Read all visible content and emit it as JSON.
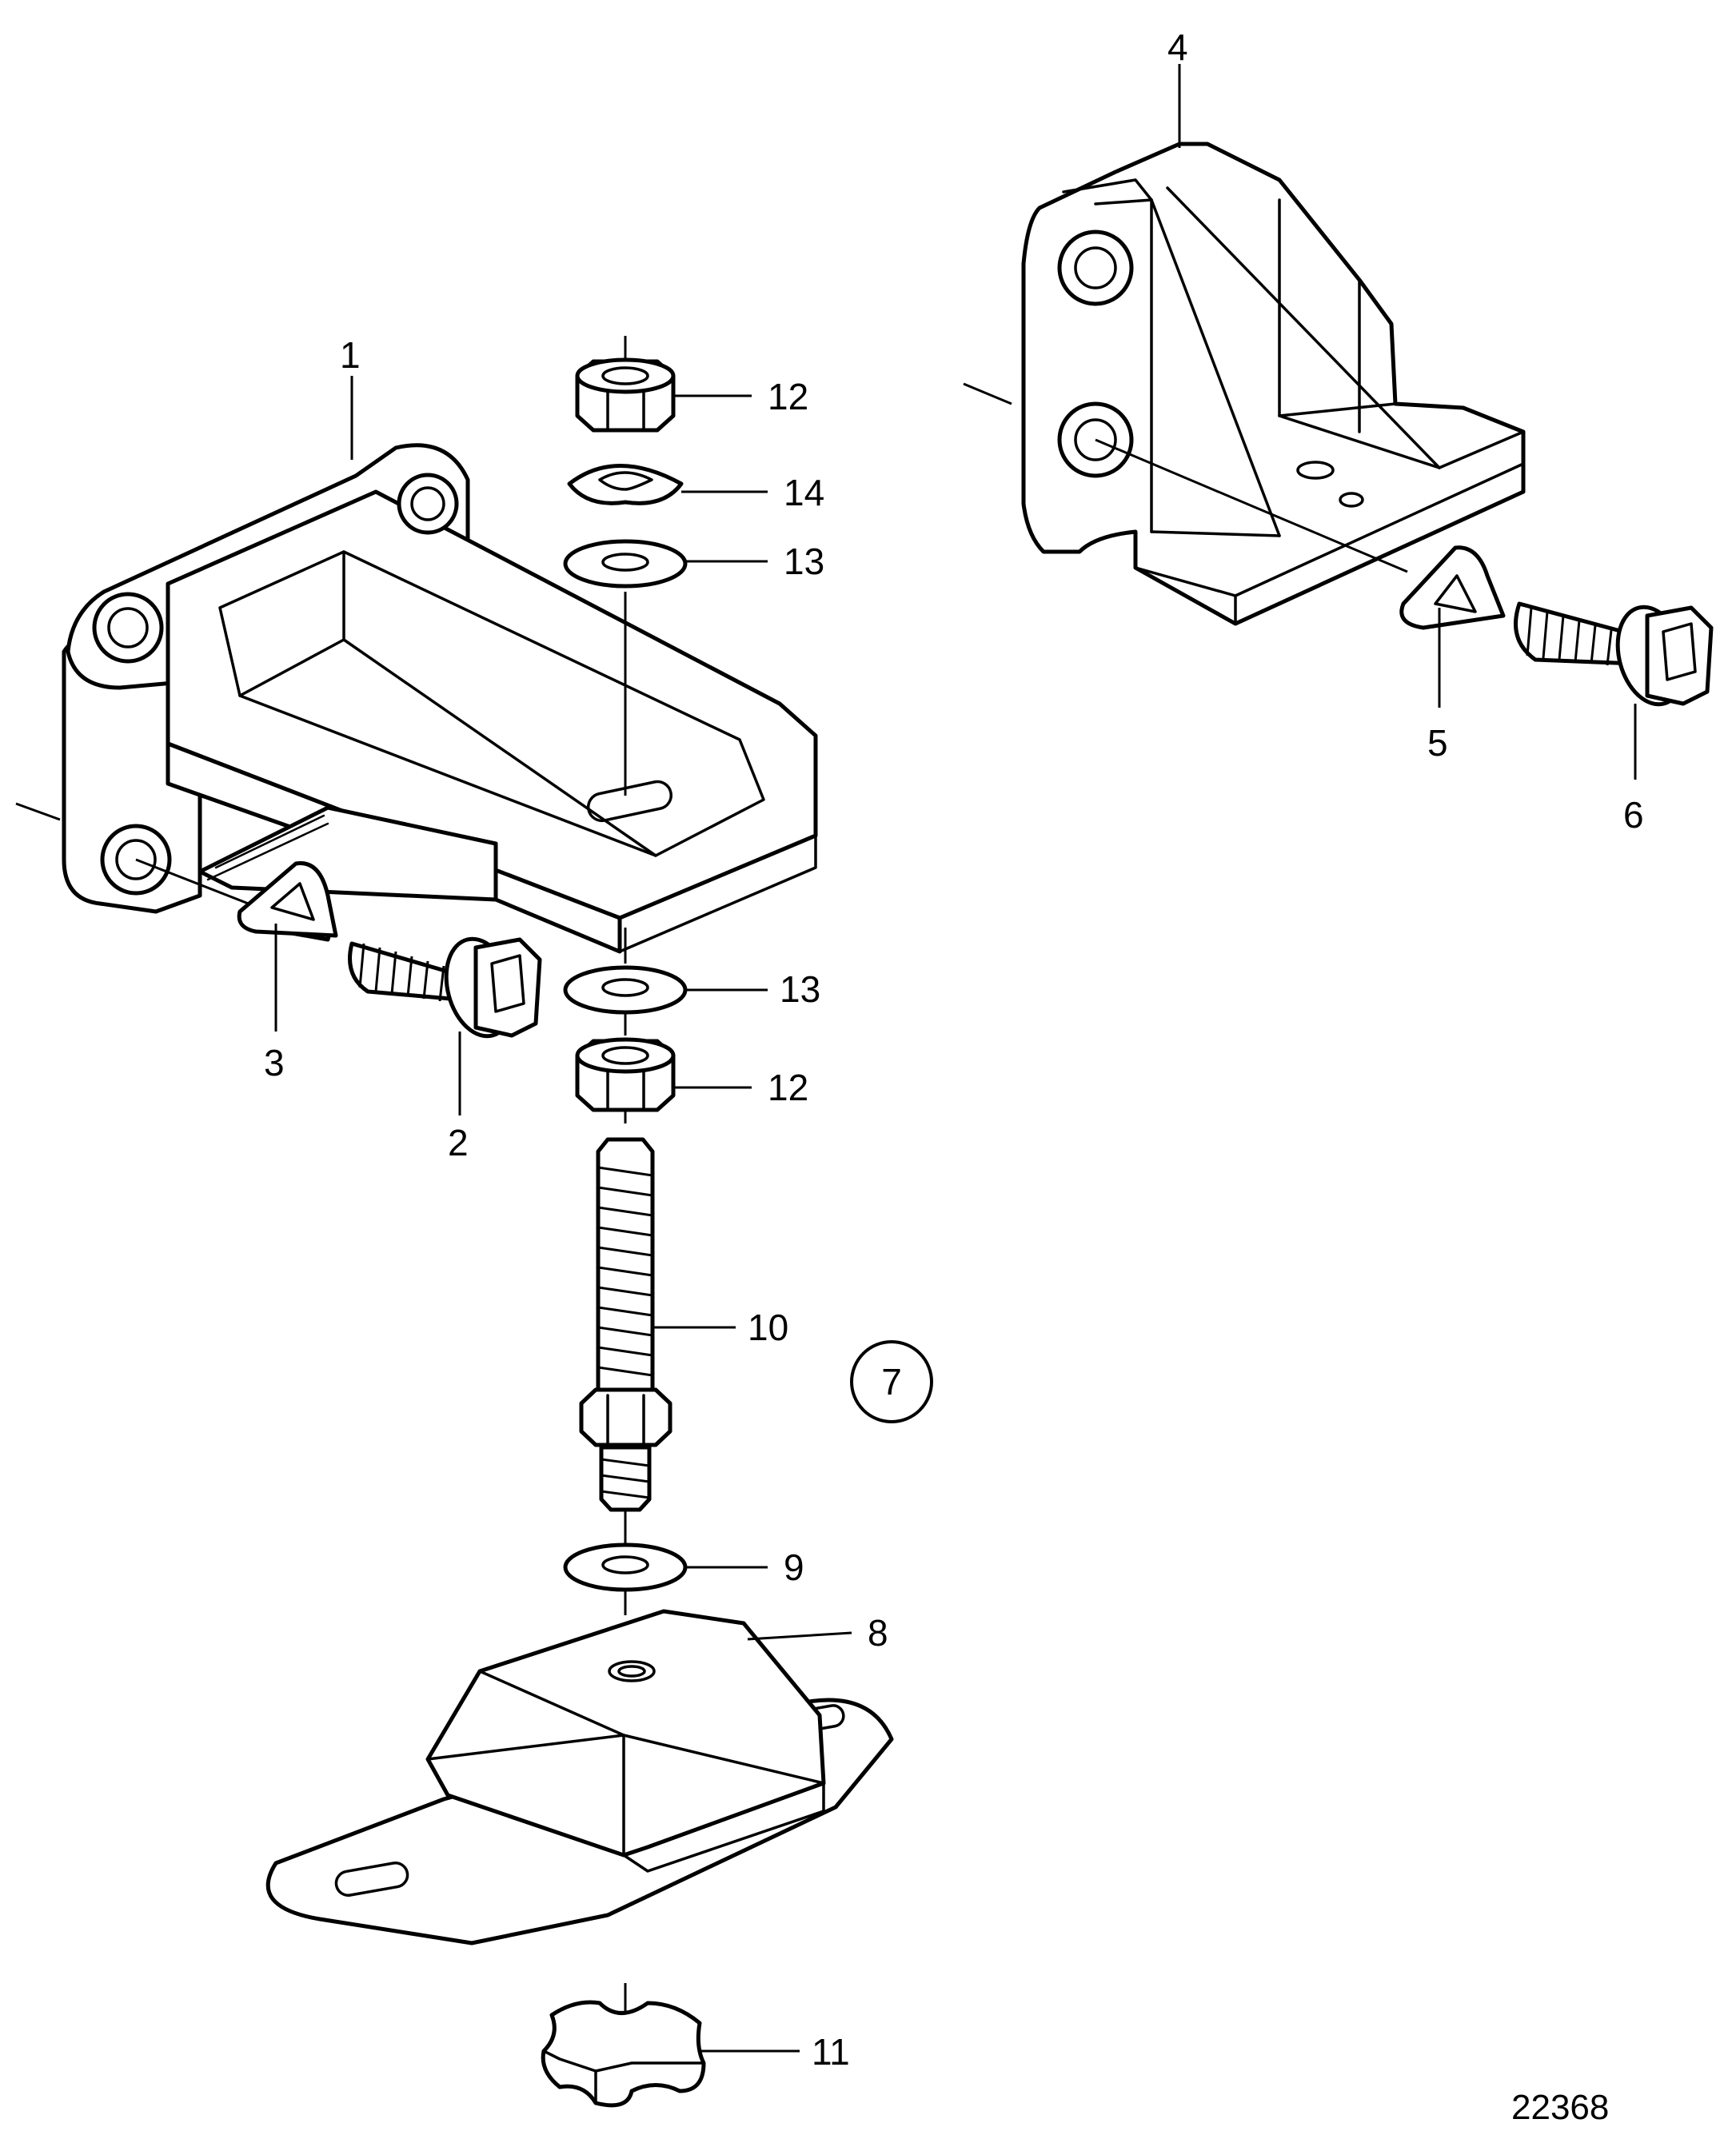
{
  "callouts": {
    "c1": "1",
    "c2": "2",
    "c3": "3",
    "c4": "4",
    "c5": "5",
    "c6": "6",
    "c7": "7",
    "c8": "8",
    "c9": "9",
    "c10": "10",
    "c11": "11",
    "c12a": "12",
    "c12b": "12",
    "c13a": "13",
    "c13b": "13",
    "c14": "14"
  },
  "reference_number": "22368",
  "line_color": "#000000",
  "background_color": "#ffffff"
}
